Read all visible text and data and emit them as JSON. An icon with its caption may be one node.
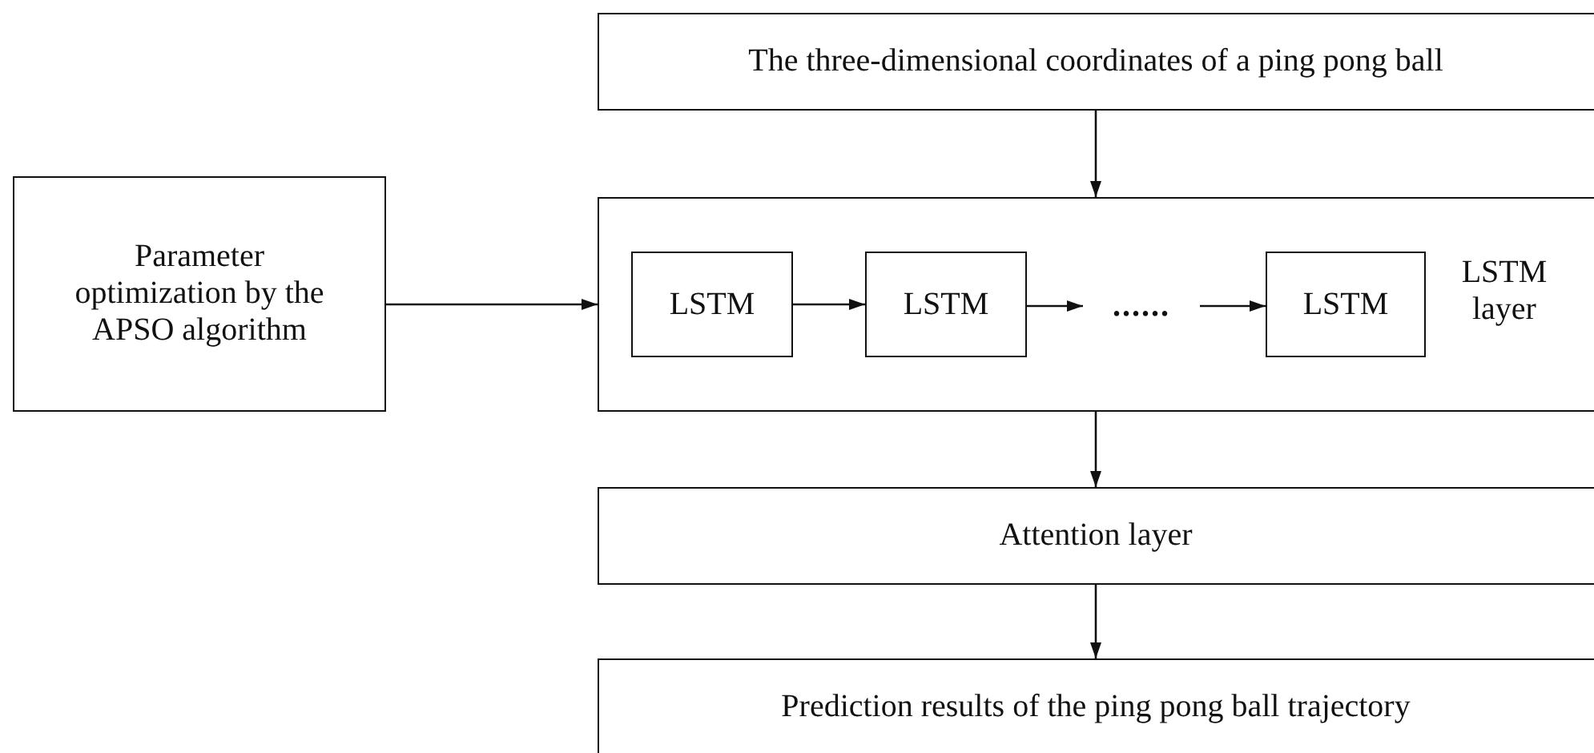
{
  "diagram": {
    "nodes": [
      {
        "text": [
          "The three-dimensional coordinates of a ping pong ball"
        ]
      },
      {
        "text": [
          "Parameter optimization by the APSO algorithm"
        ]
      },
      {
        "text": [
          "LSTM layer"
        ]
      },
      {
        "text": [
          "LSTM"
        ],
        "in": 2
      },
      {
        "text": [
          "LSTM"
        ],
        "in": 2
      },
      {
        "text": [
          "......"
        ],
        "in": 2
      },
      {
        "text": [
          "LSTM"
        ],
        "in": 2
      },
      {
        "text": [
          "Attention layer"
        ]
      },
      {
        "text": [
          "Prediction results of the ping pong ball trajectory"
        ]
      }
    ],
    "edges": [
      {
        "from": 0,
        "to": 2,
        "arrow": "to"
      },
      {
        "from": 1,
        "to": 2,
        "arrow": "to"
      },
      {
        "from": 3,
        "to": 4,
        "arrow": "to"
      },
      {
        "from": 4,
        "to": 5,
        "arrow": "to"
      },
      {
        "from": 5,
        "to": 6,
        "arrow": "to"
      },
      {
        "from": 2,
        "to": 7,
        "arrow": "to"
      },
      {
        "from": 7,
        "to": 8,
        "arrow": "to"
      }
    ]
  }
}
